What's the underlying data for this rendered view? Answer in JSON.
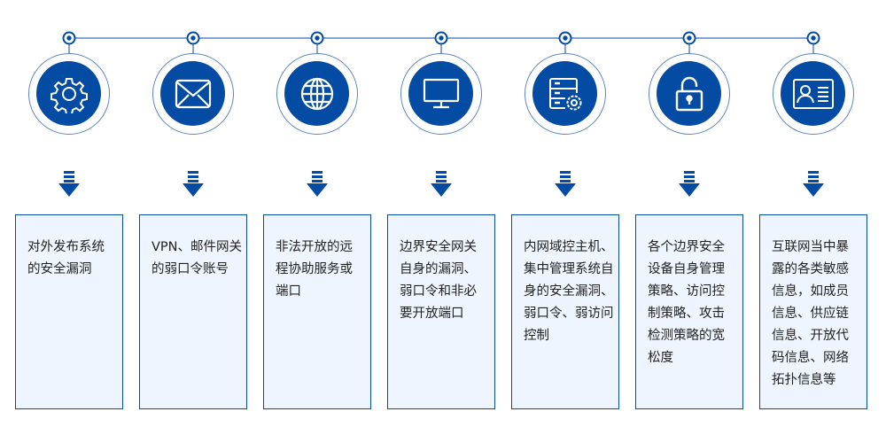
{
  "colors": {
    "primary": "#034ba3",
    "line": "#5b84c4",
    "box_bg": "#eef5ff"
  },
  "items": [
    {
      "icon": "gear-icon",
      "lines": [
        "对外发布系统",
        "的安全漏洞"
      ]
    },
    {
      "icon": "mail-icon",
      "lines": [
        "VPN、邮件网关",
        "的弱口令账号"
      ]
    },
    {
      "icon": "globe-icon",
      "lines": [
        "非法开放的远",
        "程协助服务或",
        "端口"
      ]
    },
    {
      "icon": "monitor-icon",
      "lines": [
        "边界安全网关",
        "自身的漏洞、",
        "弱口令和非必",
        "要开放端口"
      ]
    },
    {
      "icon": "server-settings-icon",
      "lines": [
        "内网域控主机、",
        "集中管理系统自",
        "身的安全漏洞、",
        "弱口令、弱访问",
        "控制"
      ]
    },
    {
      "icon": "unlock-icon",
      "lines": [
        "各个边界安全",
        "设备自身管理",
        "策略、访问控",
        "制策略、攻击",
        "检测策略的宽",
        "松度"
      ]
    },
    {
      "icon": "id-card-icon",
      "lines": [
        "互联网当中暴",
        "露的各类敏感",
        "信息，如成员",
        "信息、供应链",
        "信息、开放代",
        "码信息、网络",
        "拓扑信息等"
      ]
    }
  ]
}
